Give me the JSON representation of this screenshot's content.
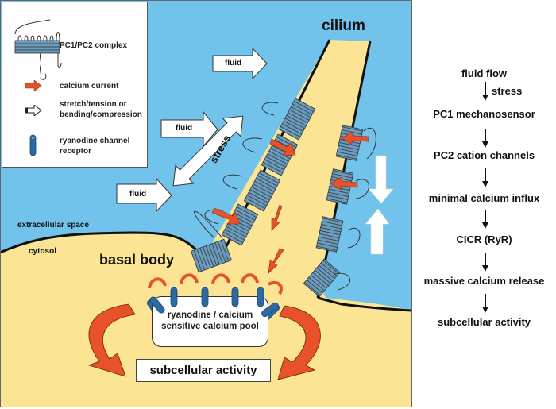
{
  "colors": {
    "extracellular": "#72c3ec",
    "cytosol": "#fbe595",
    "calcium_arrow": "#e8522a",
    "receptor": "#2d6aa0",
    "membrane": "#111111"
  },
  "legend": {
    "items": [
      {
        "icon": "pc1-pc2-complex-icon",
        "label": "PC1/PC2 complex"
      },
      {
        "icon": "calcium-current-arrow-icon",
        "label": "calcium current"
      },
      {
        "icon": "stretch-arrow-icon",
        "label_line1": "stretch/tension or",
        "label_line2": "bending/compression"
      },
      {
        "icon": "ryanodine-receptor-icon",
        "label_line1": "ryanodine channel",
        "label_line2": "receptor"
      }
    ]
  },
  "diagram": {
    "cilium_label": "cilium",
    "fluid_labels": [
      "fluid",
      "fluid",
      "fluid"
    ],
    "stress_label": "stress",
    "extracellular_label": "extracellular space",
    "cytosol_label": "cytosol",
    "basal_body_label": "basal body",
    "pool_label_line1": "ryanodine / calcium",
    "pool_label_line2": "sensitive calcium pool",
    "subcellular_label": "subcellular activity"
  },
  "flowchart": {
    "steps": [
      "fluid flow",
      "PC1 mechanosensor",
      "PC2 cation channels",
      "minimal calcium influx",
      "CICR (RyR)",
      "massive calcium release",
      "subcellular activity"
    ],
    "first_arrow_label": "stress"
  }
}
